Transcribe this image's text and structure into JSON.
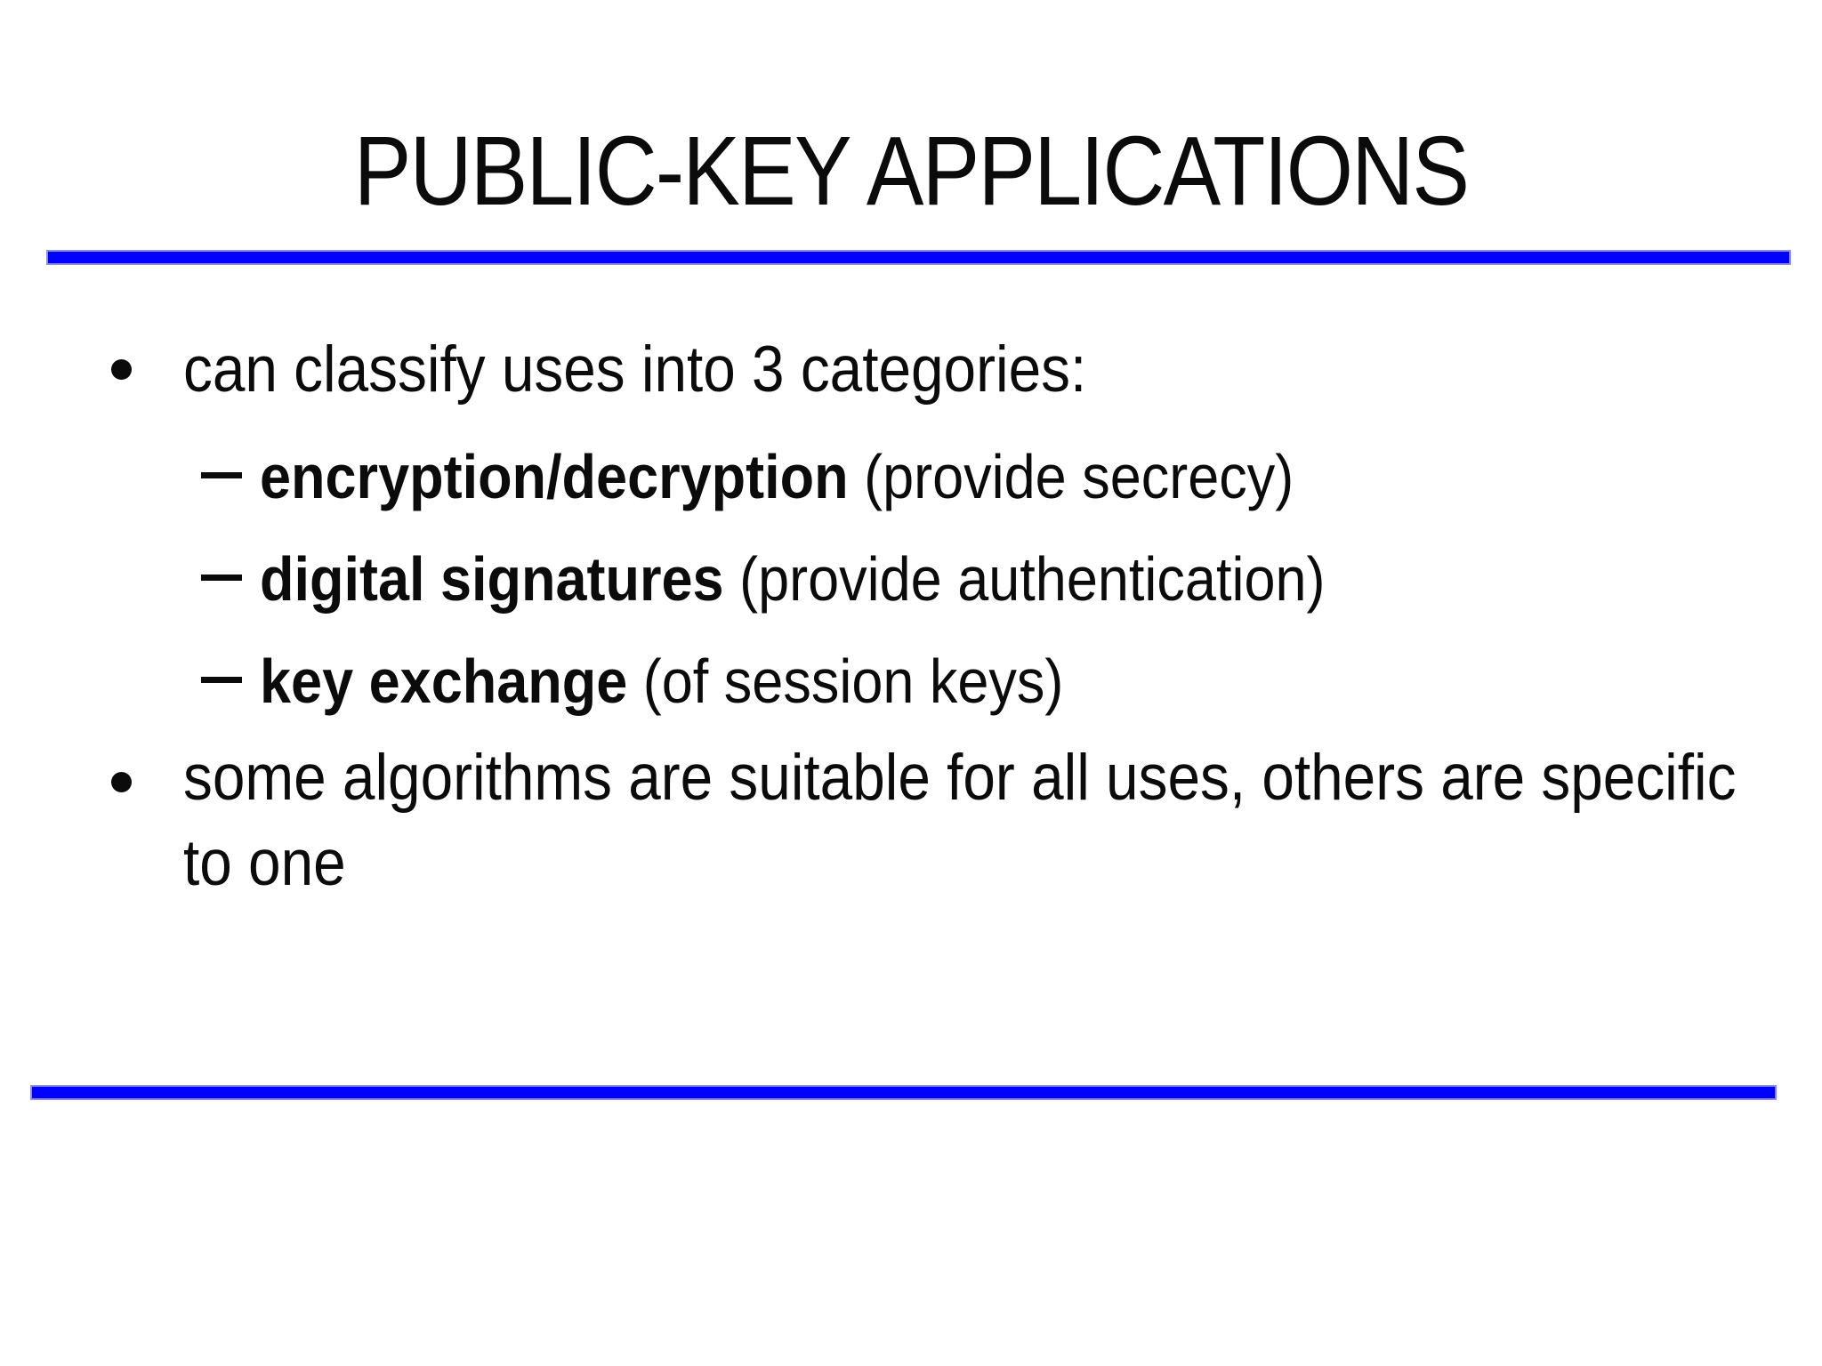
{
  "slide": {
    "title": "PUBLIC-KEY APPLICATIONS",
    "colors": {
      "accent_rule": "#0101fe",
      "rule_edge": "#8f8fe0",
      "text": "#0b0b0b",
      "background": "#ffffff"
    },
    "icons": {
      "level1_marker": "bullet-dot (filled black circle)",
      "level2_marker": "dash (black en-dash bar)"
    },
    "bullets": [
      {
        "level": 1,
        "text": "can classify uses into 3 categories:"
      },
      {
        "level": 2,
        "bold": "encryption/decryption",
        "rest": " (provide secrecy)"
      },
      {
        "level": 2,
        "bold": "digital signatures",
        "rest": " (provide authentication)"
      },
      {
        "level": 2,
        "bold": "key exchange",
        "rest": " (of session keys)"
      },
      {
        "level": 1,
        "text": "some algorithms are suitable for all uses, others are specific to one"
      }
    ]
  }
}
